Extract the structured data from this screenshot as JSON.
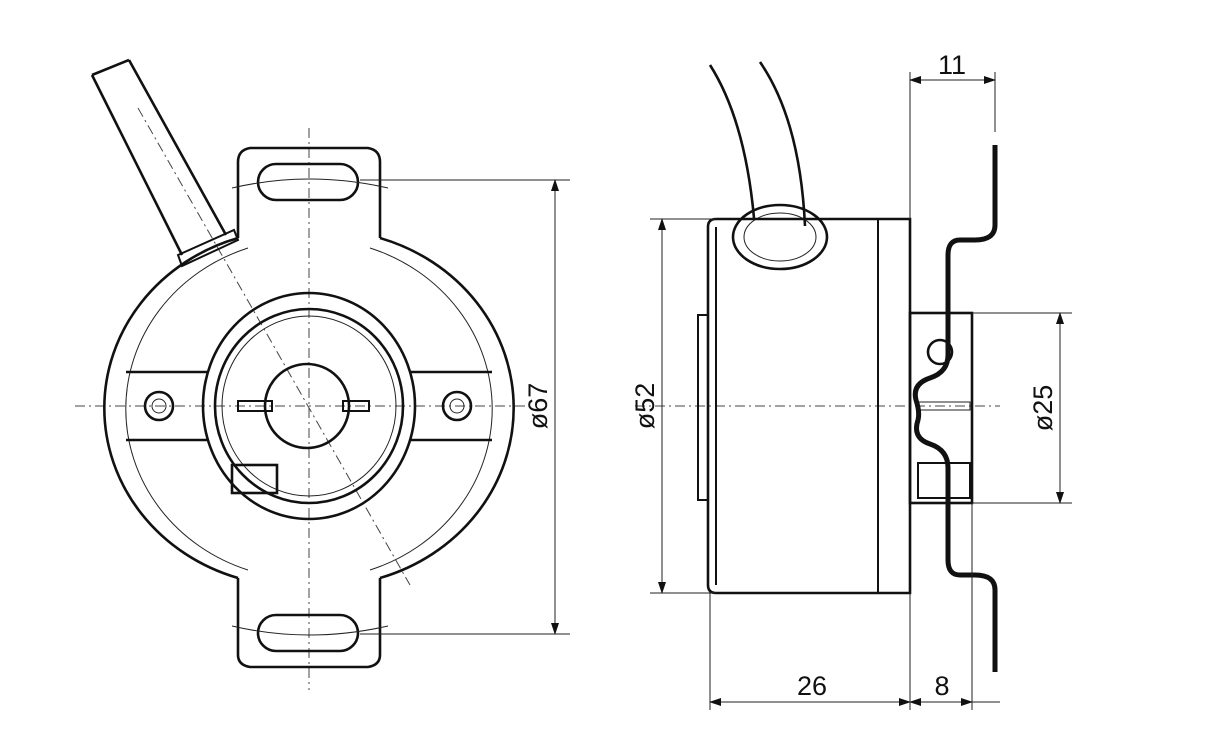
{
  "dimensions": {
    "front_outer_diameter": "ø67",
    "side_body_diameter": "ø52",
    "side_shaft_diameter": "ø25",
    "top_offset": "11",
    "body_length": "26",
    "flange_length": "8"
  }
}
